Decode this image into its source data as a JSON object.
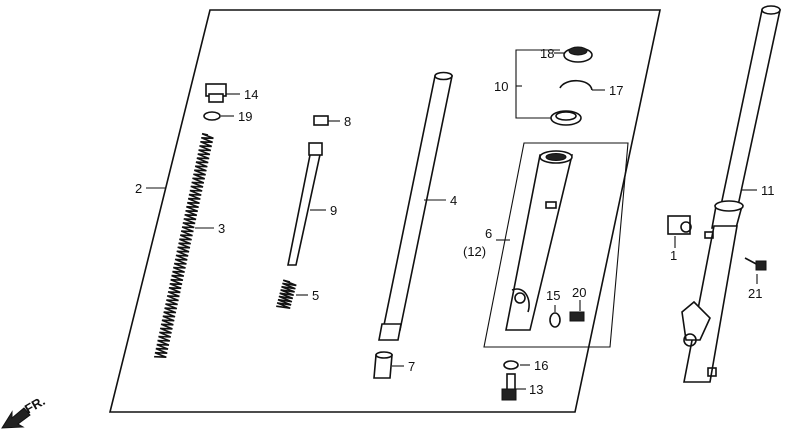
{
  "diagram": {
    "part_labels": {
      "p1": "1",
      "p2": "2",
      "p3": "3",
      "p4": "4",
      "p5": "5",
      "p6": "6",
      "p6b": "(12)",
      "p7": "7",
      "p8": "8",
      "p9": "9",
      "p10": "10",
      "p11": "11",
      "p13": "13",
      "p14": "14",
      "p15": "15",
      "p16": "16",
      "p17": "17",
      "p18": "18",
      "p19": "19",
      "p20": "20",
      "p21": "21"
    },
    "direction_label": "FR."
  }
}
